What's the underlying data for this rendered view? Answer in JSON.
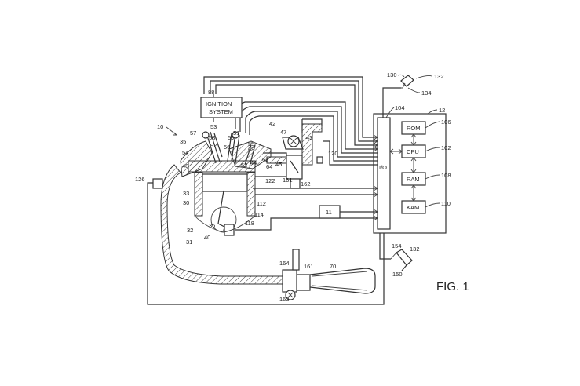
{
  "figure": {
    "caption": "FIG. 1"
  },
  "controller": {
    "ref": "12",
    "io_label": "I/O",
    "io_ref": "104",
    "blocks": [
      {
        "label": "ROM",
        "ref": "106"
      },
      {
        "label": "CPU",
        "ref": "102"
      },
      {
        "label": "RAM",
        "ref": "108"
      },
      {
        "label": "KAM",
        "ref": "110"
      }
    ]
  },
  "ignition": {
    "line1": "IGNITION",
    "line2": "SYSTEM",
    "ref": "88"
  },
  "sensor_box": {
    "label": "11"
  },
  "refs": {
    "r10": "10",
    "r130": "130",
    "r132a": "132",
    "r134": "134",
    "r57": "57",
    "r53": "53",
    "r51": "51",
    "r35": "35",
    "r58": "58",
    "r59": "59",
    "r55": "55",
    "r42": "42",
    "r47": "47",
    "r43": "43",
    "r54": "54",
    "r92": "92",
    "r56": "56",
    "r68": "68",
    "r48": "48",
    "r52": "52",
    "r44": "44",
    "r62": "62",
    "r120": "120",
    "r45": "45",
    "r64": "64",
    "r126": "126",
    "r122": "122",
    "r161a": "161",
    "r162": "162",
    "r33": "33",
    "r30": "30",
    "r112": "112",
    "r114": "114",
    "r32": "32",
    "r36": "36",
    "r118": "118",
    "r40": "40",
    "r31": "31",
    "r154": "154",
    "r132b": "132",
    "r150": "150",
    "r164": "164",
    "r161b": "161",
    "r70": "70",
    "r163": "163"
  }
}
